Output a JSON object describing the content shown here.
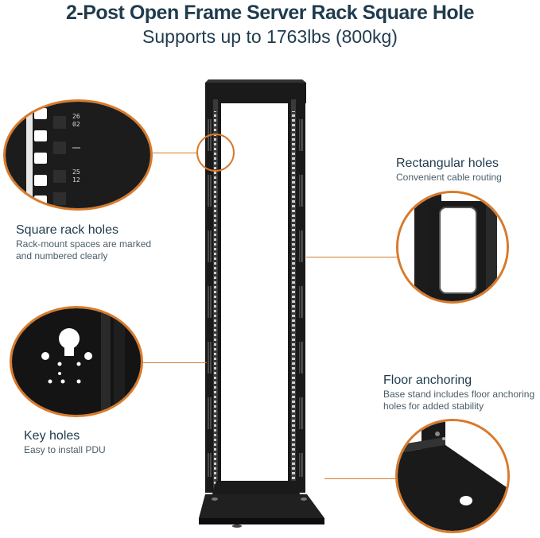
{
  "header": {
    "title": "2-Post Open Frame Server Rack Square Hole",
    "subtitle": "Supports up to 1763lbs (800kg)"
  },
  "features": {
    "square_holes": {
      "title": "Square rack holes",
      "desc_line1": "Rack-mount spaces are marked",
      "desc_line2": "and numbered clearly",
      "number_top": "26",
      "number_top2": "02",
      "number_bot": "25",
      "number_bot2": "12"
    },
    "key_holes": {
      "title": "Key holes",
      "desc_line1": "Easy to install PDU"
    },
    "rect_holes": {
      "title": "Rectangular holes",
      "desc_line1": "Convenient cable routing"
    },
    "floor_anchor": {
      "title": "Floor anchoring",
      "desc_line1": "Base stand includes floor anchoring",
      "desc_line2": "holes for added stability"
    }
  },
  "colors": {
    "accent": "#d97a2b",
    "text": "#1f3b4d",
    "rack": "#1a1a1a"
  }
}
